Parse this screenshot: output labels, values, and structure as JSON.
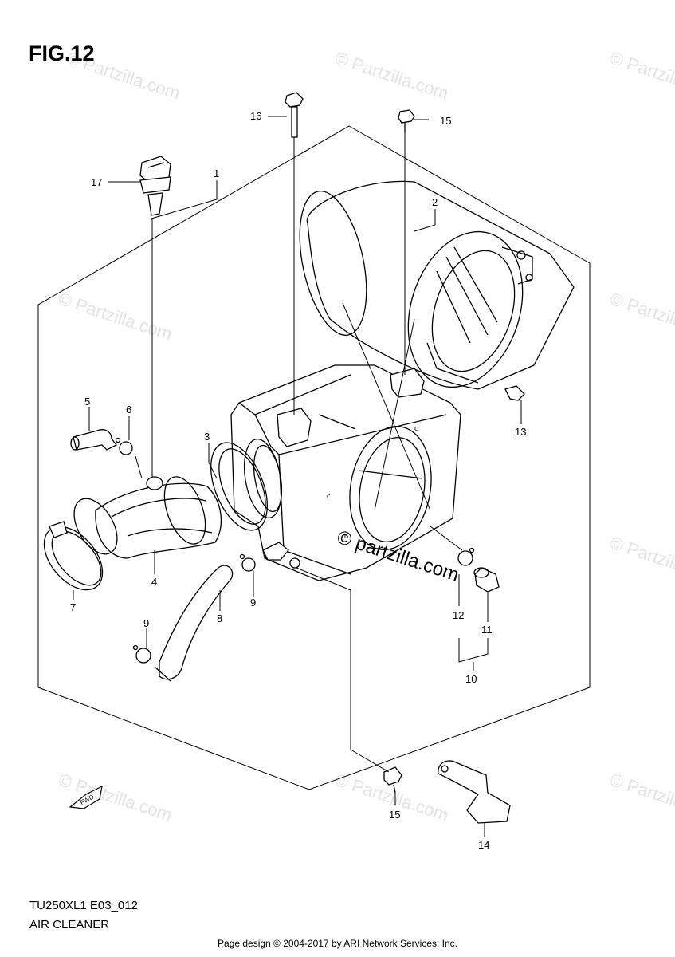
{
  "header": {
    "figure_title": "FIG.12"
  },
  "footer_info": {
    "model_code": "TU250XL1 E03_012",
    "section_name": "AIR CLEANER",
    "copyright": "Page design © 2004-2017 by ARI Network Services, Inc."
  },
  "watermark": {
    "text": "© Partzilla.com",
    "main_text": "© partzilla.com"
  },
  "badge": {
    "fwd_label": "FWD"
  },
  "callouts": {
    "c1": "1",
    "c2": "2",
    "c3": "3",
    "c4": "4",
    "c5": "5",
    "c6": "6",
    "c7": "7",
    "c8": "8",
    "c9a": "9",
    "c9b": "9",
    "c10": "10",
    "c11": "11",
    "c12": "12",
    "c13": "13",
    "c14": "14",
    "c15a": "15",
    "c15b": "15",
    "c16": "16",
    "c17": "17"
  },
  "colors": {
    "line": "#000000",
    "watermark": "#e3e3e3",
    "background": "#ffffff"
  }
}
